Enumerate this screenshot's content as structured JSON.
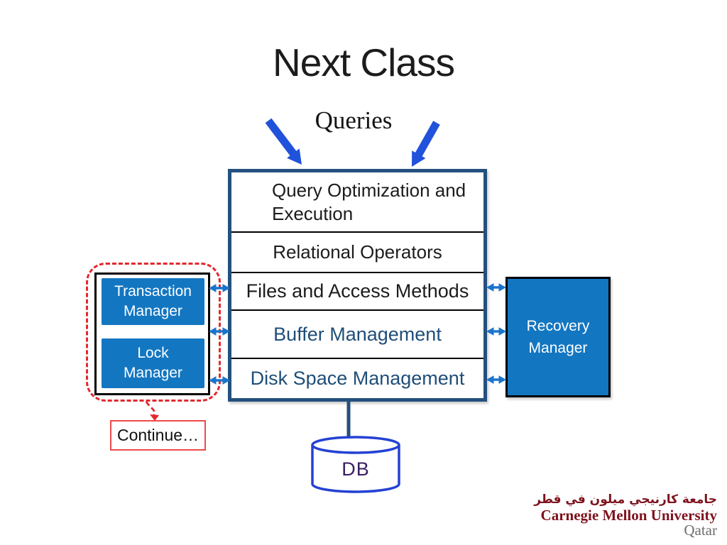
{
  "slide": {
    "title": "Next Class",
    "queries_label": "Queries",
    "stack": {
      "rows": [
        {
          "label": "Query Optimization and Execution"
        },
        {
          "label": "Relational Operators"
        },
        {
          "label": "Files and Access Methods"
        },
        {
          "label": "Buffer Management"
        },
        {
          "label": "Disk Space Management"
        }
      ]
    },
    "left_group": {
      "transaction_manager": "Transaction Manager",
      "lock_manager": "Lock Manager"
    },
    "recovery_manager": "Recovery Manager",
    "continue_label": "Continue…",
    "db_label": "DB",
    "logo": {
      "arabic": "جامعة كارنيجي ميلون في قطر",
      "english": "Carnegie Mellon University",
      "region": "Qatar"
    },
    "colors": {
      "stack_border": "#24507E",
      "accent_text_blue": "#1F4E79",
      "manager_fill_blue": "#1376C1",
      "connector_arrow_blue": "#1B74CC",
      "big_arrow_blue": "#2152DB",
      "cylinder_blue": "#2441D4",
      "db_text_purple": "#3A1F63",
      "dashed_red": "#E3282E",
      "logo_maroon": "#7E121D"
    }
  }
}
